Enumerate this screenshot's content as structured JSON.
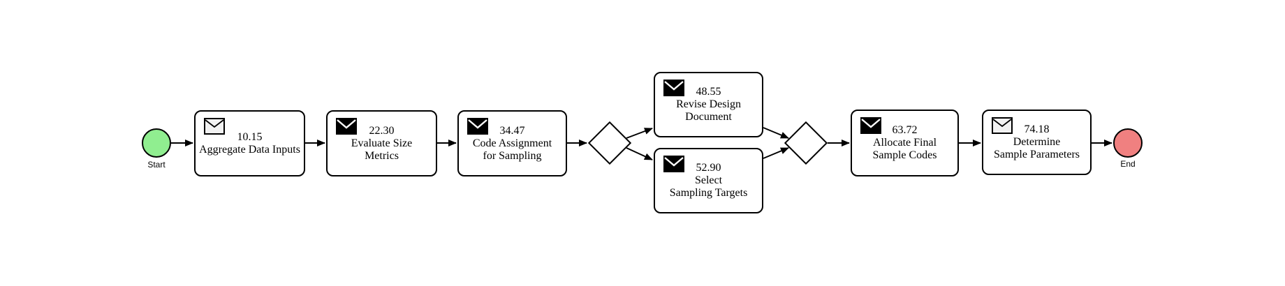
{
  "diagram": {
    "background_color": "#ffffff",
    "node_fill_color": "#ffffff",
    "stroke_color": "#000000",
    "start_event": {
      "label": "Start",
      "fill_color": "#90ee90"
    },
    "end_event": {
      "label": "End",
      "fill_color": "#f08080"
    },
    "tasks": [
      {
        "value": "10.15",
        "name": "Aggregate Data Inputs",
        "name_lines": [
          "Aggregate Data Inputs"
        ],
        "icon": "envelope-light"
      },
      {
        "value": "22.30",
        "name": "Evaluate Size Metrics",
        "name_lines": [
          "Evaluate Size",
          "Metrics"
        ],
        "icon": "envelope-dark"
      },
      {
        "value": "34.47",
        "name": "Code Assignment for Sampling",
        "name_lines": [
          "Code Assignment",
          "for Sampling"
        ],
        "icon": "envelope-dark"
      },
      {
        "value": "48.55",
        "name": "Revise Design Document",
        "name_lines": [
          "Revise Design",
          "Document"
        ],
        "icon": "envelope-dark"
      },
      {
        "value": "52.90",
        "name": "Select Sampling Targets",
        "name_lines": [
          "Select",
          "Sampling Targets"
        ],
        "icon": "envelope-dark"
      },
      {
        "value": "63.72",
        "name": "Allocate Final Sample Codes",
        "name_lines": [
          "Allocate Final",
          "Sample Codes"
        ],
        "icon": "envelope-dark"
      },
      {
        "value": "74.18",
        "name": "Determine Sample Parameters",
        "name_lines": [
          "Determine",
          "Sample Parameters"
        ],
        "icon": "envelope-light"
      }
    ],
    "gateways": [
      {
        "type": "exclusive-gateway"
      },
      {
        "type": "exclusive-gateway"
      }
    ]
  }
}
